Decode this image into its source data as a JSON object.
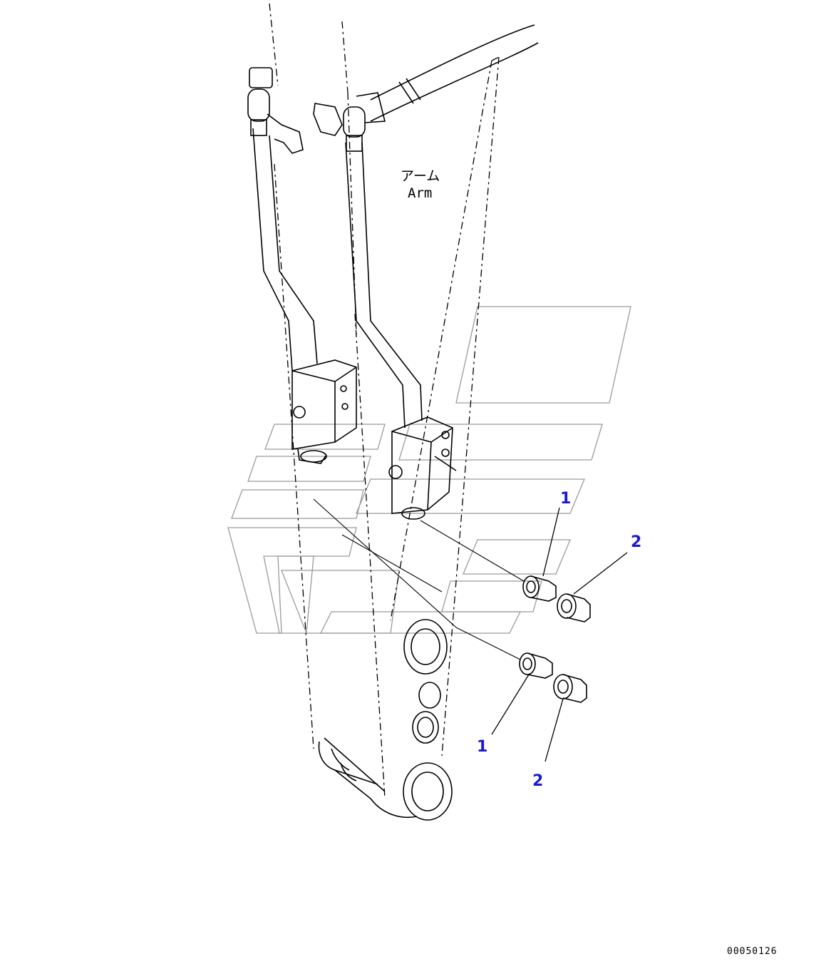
{
  "diagram": {
    "part_label_jp": "アーム",
    "part_label_en": "Arm",
    "drawing_code": "00050126",
    "callouts": [
      {
        "id": "callout-1-upper",
        "text": "1"
      },
      {
        "id": "callout-2-upper",
        "text": "2"
      },
      {
        "id": "callout-1-lower",
        "text": "1"
      },
      {
        "id": "callout-2-lower",
        "text": "2"
      }
    ],
    "colors": {
      "line": "#000000",
      "callout": "#1a1ad0",
      "watermark": "#9a9a9a"
    }
  }
}
